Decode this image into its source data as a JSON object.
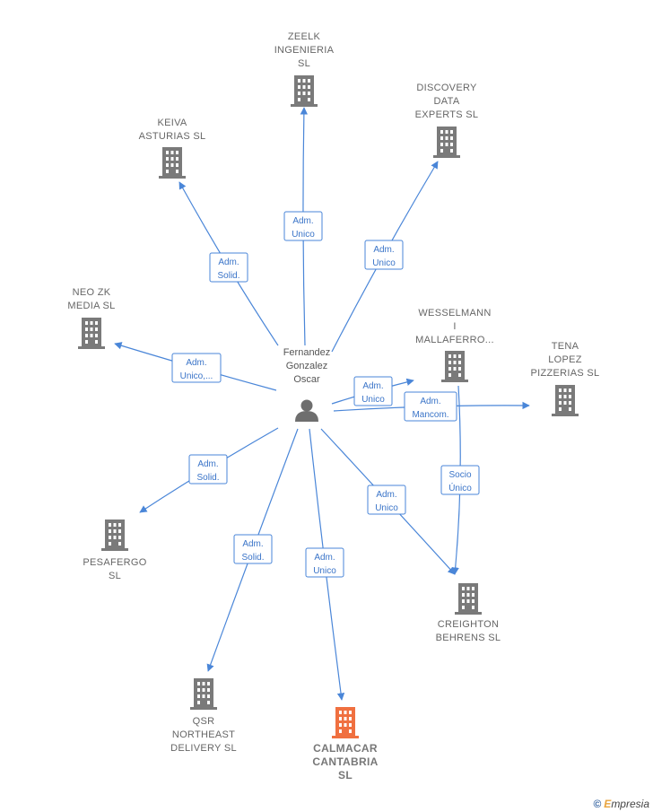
{
  "person": {
    "id": "person",
    "lines": [
      "Fernandez",
      "Gonzalez",
      "Oscar"
    ]
  },
  "companies": [
    {
      "id": "zeelk",
      "lines": [
        "ZEELK",
        "INGENIERIA",
        "SL"
      ],
      "highlight": false
    },
    {
      "id": "discovery",
      "lines": [
        "DISCOVERY",
        "DATA",
        "EXPERTS  SL"
      ],
      "highlight": false
    },
    {
      "id": "keiva",
      "lines": [
        "KEIVA",
        "ASTURIAS  SL"
      ],
      "highlight": false
    },
    {
      "id": "neozk",
      "lines": [
        "NEO ZK",
        "MEDIA  SL"
      ],
      "highlight": false
    },
    {
      "id": "wesselmann",
      "lines": [
        "WESSELMANN",
        "I",
        "MALLAFERRO..."
      ],
      "highlight": false
    },
    {
      "id": "tena",
      "lines": [
        "TENA",
        "LOPEZ",
        "PIZZERIAS  SL"
      ],
      "highlight": false
    },
    {
      "id": "pesafergo",
      "lines": [
        "PESAFERGO",
        "SL"
      ],
      "highlight": false
    },
    {
      "id": "creighton",
      "lines": [
        "CREIGHTON",
        "BEHRENS  SL"
      ],
      "highlight": false
    },
    {
      "id": "qsr",
      "lines": [
        "QSR",
        "NORTHEAST",
        "DELIVERY  SL"
      ],
      "highlight": false
    },
    {
      "id": "calmacar",
      "lines": [
        "CALMACAR",
        "CANTABRIA",
        "SL"
      ],
      "highlight": true
    }
  ],
  "edges": [
    {
      "from": "person",
      "to": "zeelk",
      "label": [
        "Adm.",
        "Unico"
      ]
    },
    {
      "from": "person",
      "to": "discovery",
      "label": [
        "Adm.",
        "Unico"
      ]
    },
    {
      "from": "person",
      "to": "keiva",
      "label": [
        "Adm.",
        "Solid."
      ]
    },
    {
      "from": "person",
      "to": "neozk",
      "label": [
        "Adm.",
        "Unico,..."
      ]
    },
    {
      "from": "person",
      "to": "wesselmann",
      "label": [
        "Adm.",
        "Unico"
      ]
    },
    {
      "from": "person",
      "to": "tena",
      "label": [
        "Adm.",
        "Mancom."
      ]
    },
    {
      "from": "person",
      "to": "pesafergo",
      "label": [
        "Adm.",
        "Solid."
      ]
    },
    {
      "from": "person",
      "to": "creighton",
      "label": [
        "Adm.",
        "Unico"
      ]
    },
    {
      "from": "person",
      "to": "qsr",
      "label": [
        "Adm.",
        "Solid."
      ]
    },
    {
      "from": "person",
      "to": "calmacar",
      "label": [
        "Adm.",
        "Unico"
      ]
    },
    {
      "from": "wesselmann",
      "to": "creighton",
      "label": [
        "Socio",
        "Único"
      ]
    }
  ],
  "colors": {
    "edge": "#4a86d8",
    "building": "#7a7a7a",
    "highlight": "#f07040",
    "person": "#6e6e6e"
  },
  "brand": {
    "symbol": "©",
    "initial": "E",
    "rest": "mpresia"
  }
}
